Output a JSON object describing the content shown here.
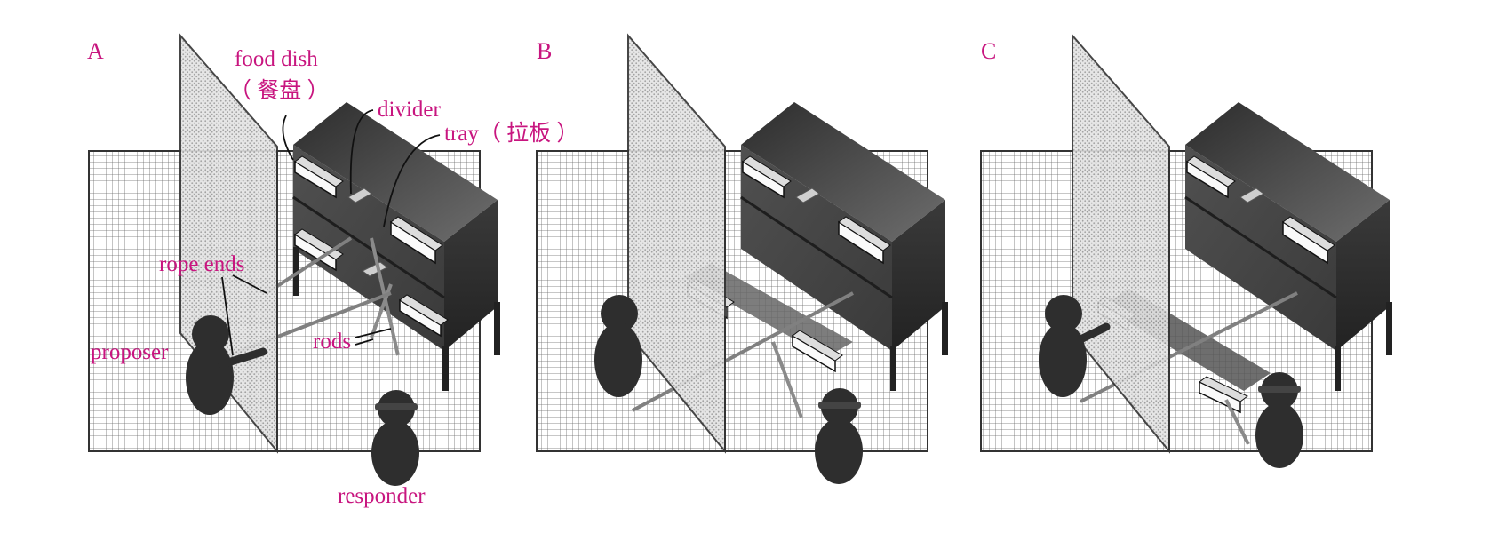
{
  "panels": [
    {
      "letter": "A"
    },
    {
      "letter": "B"
    },
    {
      "letter": "C"
    }
  ],
  "labels": {
    "food_dish": "food dish",
    "food_dish_cn": "（ 餐盘 ）",
    "divider": "divider",
    "tray": "tray（ 拉板 ）",
    "rope_ends": "rope ends",
    "proposer": "proposer",
    "rods": "rods",
    "responder": "responder"
  },
  "colors": {
    "label": "#c8157f",
    "cabinet_top": "#3a3a3a",
    "cabinet_front": "#4a4a4a",
    "cabinet_side": "#2f2f2f",
    "figure": "#2e2e2e",
    "grid": "#5a5a5a"
  }
}
